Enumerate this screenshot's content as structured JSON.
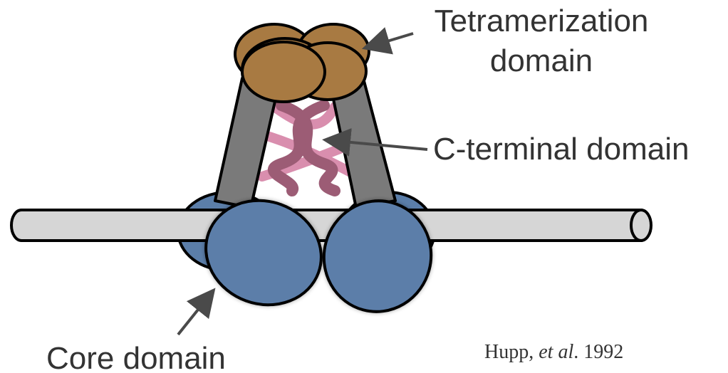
{
  "labels": {
    "tetramerization_line1": "Tetramerization",
    "tetramerization_line2": "domain",
    "c_terminal": "C-terminal domain",
    "core": "Core domain"
  },
  "citation": {
    "author": "Hupp, ",
    "etal": "et al",
    "year": ". 1992"
  },
  "colors": {
    "tetramer_brown": "#a87a42",
    "linker_gray": "#7a7a7a",
    "c_terminal_pink": "#d98eae",
    "c_terminal_mauve": "#9c5c75",
    "core_blue": "#5b7ea9",
    "dna_gray": "#d6d6d6",
    "outline": "#000000",
    "text": "#333333",
    "arrow": "#4a4a4a"
  }
}
